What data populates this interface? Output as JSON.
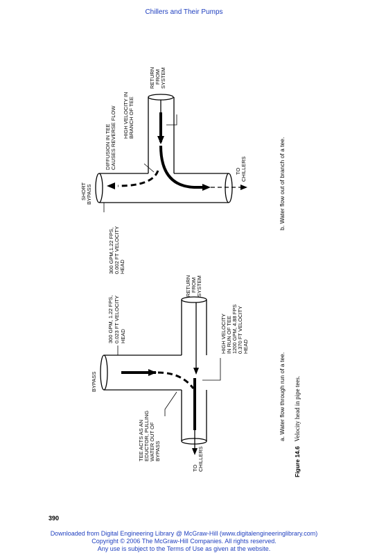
{
  "header": {
    "title": "Chillers and Their Pumps"
  },
  "page": {
    "number": "390"
  },
  "footer": {
    "line1": "Downloaded from Digital Engineering Library @ McGraw-Hill (www.digitalengineeringlibrary.com)",
    "line2": "Copyright © 2006 The McGraw-Hill Companies. All rights reserved.",
    "line3": "Any use is subject to the Terms of Use as given at the website."
  },
  "figure": {
    "caption_number": "Figure 14.6",
    "caption_text": "Velocity head in pipe tees.",
    "panel_a": {
      "caption": "a.   Water  flow  through  run  of  a  tee.",
      "bypass": "BYPASS",
      "bypass_flow": [
        "300  GPM,  1.22  FPS,",
        "0.023  FT  VELOCITY",
        "HEAD"
      ],
      "return": [
        "RETURN",
        "FROM",
        "SYSTEM"
      ],
      "high_velocity": [
        "HIGH VELOCITY",
        "IN RUN OF TEE",
        "1200  GPM,  4.88  FPS",
        "0.370  FT  VELOCITY",
        "HEAD"
      ],
      "eductor": [
        "TEE  ACTS  AS  AN",
        "EDUCTOR,  PULLING",
        "WATER  OUT  OF",
        "BYPASS"
      ],
      "to_chillers": [
        "TO",
        "CHILLERS"
      ]
    },
    "panel_b": {
      "caption": "b.   Water  flow  out  of  branch  of  a  tee.",
      "return": [
        "RETURN",
        "FROM",
        "SYSTEM"
      ],
      "high_velocity": [
        "HIGH VELOCITY IN",
        "BRANCH OF TEE"
      ],
      "diffusion": [
        "DIFFUSION  IN  TEE",
        "CAUSES  REVERSE  FLOW"
      ],
      "short_bypass": [
        "SHORT",
        "BYPASS"
      ],
      "bypass_flow": [
        "300  GPM,1.22  FPS,",
        "0.002  FT  VELOCITY",
        "HEAD"
      ],
      "to_chillers": [
        "TO",
        "CHILLERS"
      ]
    }
  }
}
